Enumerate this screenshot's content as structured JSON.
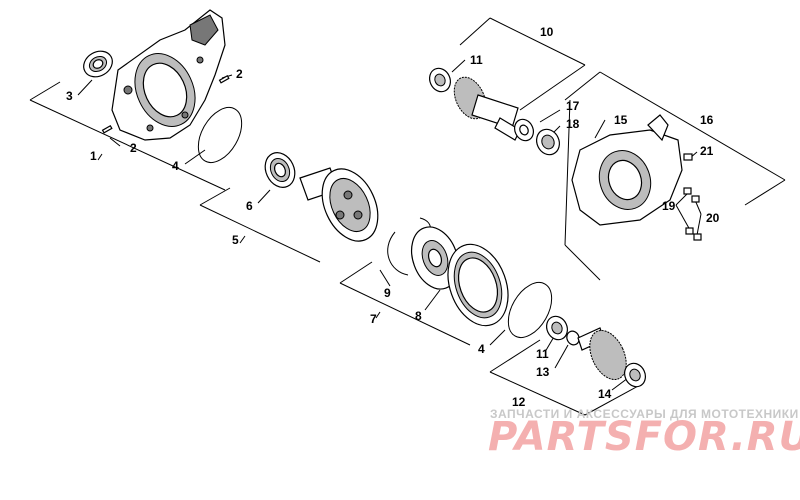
{
  "callouts": {
    "c1": "1",
    "c2a": "2",
    "c2b": "2",
    "c3": "3",
    "c4a": "4",
    "c4b": "4",
    "c5": "5",
    "c6": "6",
    "c7": "7",
    "c8": "8",
    "c9": "9",
    "c10": "10",
    "c11a": "11",
    "c11b": "11",
    "c12": "12",
    "c13": "13",
    "c14": "14",
    "c15": "15",
    "c16": "16",
    "c17": "17",
    "c18": "18",
    "c19": "19",
    "c20": "20",
    "c21": "21"
  },
  "watermark": {
    "tagline": "ЗАПЧАСТИ И АКСЕССУАРЫ ДЛЯ МОТОТЕХНИКИ",
    "brand": "PARTSFOR.RU"
  }
}
